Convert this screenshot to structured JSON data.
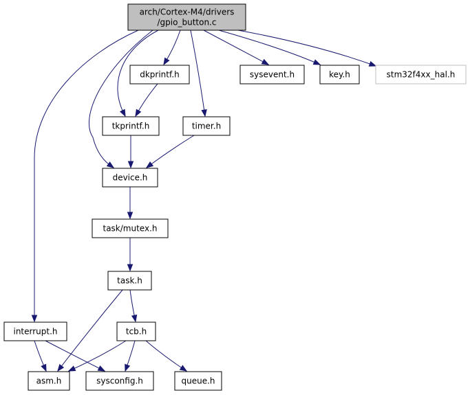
{
  "colors": {
    "root_fill": "#bfbfbf",
    "node_fill": "#ffffff",
    "node_border": "#000000",
    "external_border": "#bfbfbf",
    "external_text": "#404040",
    "edge": "#191970"
  },
  "nodes": [
    {
      "id": "gpio_button_c",
      "lines": [
        "arch/Cortex-M4/drivers",
        "/gpio_button.c"
      ],
      "kind": "root"
    },
    {
      "id": "dkprintf_h",
      "lines": [
        "dkprintf.h"
      ],
      "kind": "normal"
    },
    {
      "id": "sysevent_h",
      "lines": [
        "sysevent.h"
      ],
      "kind": "normal"
    },
    {
      "id": "key_h",
      "lines": [
        "key.h"
      ],
      "kind": "normal"
    },
    {
      "id": "stm32f4xx_hal_h",
      "lines": [
        "stm32f4xx_hal.h"
      ],
      "kind": "external"
    },
    {
      "id": "tkprintf_h",
      "lines": [
        "tkprintf.h"
      ],
      "kind": "normal"
    },
    {
      "id": "timer_h",
      "lines": [
        "timer.h"
      ],
      "kind": "normal"
    },
    {
      "id": "device_h",
      "lines": [
        "device.h"
      ],
      "kind": "normal"
    },
    {
      "id": "task_mutex_h",
      "lines": [
        "task/mutex.h"
      ],
      "kind": "normal"
    },
    {
      "id": "task_h",
      "lines": [
        "task.h"
      ],
      "kind": "normal"
    },
    {
      "id": "interrupt_h",
      "lines": [
        "interrupt.h"
      ],
      "kind": "normal"
    },
    {
      "id": "tcb_h",
      "lines": [
        "tcb.h"
      ],
      "kind": "normal"
    },
    {
      "id": "asm_h",
      "lines": [
        "asm.h"
      ],
      "kind": "normal"
    },
    {
      "id": "sysconfig_h",
      "lines": [
        "sysconfig.h"
      ],
      "kind": "normal"
    },
    {
      "id": "queue_h",
      "lines": [
        "queue.h"
      ],
      "kind": "normal"
    }
  ],
  "edges": [
    {
      "from": "gpio_button_c",
      "to": "dkprintf_h"
    },
    {
      "from": "gpio_button_c",
      "to": "sysevent_h"
    },
    {
      "from": "gpio_button_c",
      "to": "key_h"
    },
    {
      "from": "gpio_button_c",
      "to": "stm32f4xx_hal_h"
    },
    {
      "from": "gpio_button_c",
      "to": "tkprintf_h"
    },
    {
      "from": "gpio_button_c",
      "to": "timer_h"
    },
    {
      "from": "gpio_button_c",
      "to": "device_h"
    },
    {
      "from": "gpio_button_c",
      "to": "interrupt_h"
    },
    {
      "from": "dkprintf_h",
      "to": "tkprintf_h"
    },
    {
      "from": "tkprintf_h",
      "to": "device_h"
    },
    {
      "from": "timer_h",
      "to": "device_h"
    },
    {
      "from": "device_h",
      "to": "task_mutex_h"
    },
    {
      "from": "task_mutex_h",
      "to": "task_h"
    },
    {
      "from": "task_h",
      "to": "tcb_h"
    },
    {
      "from": "task_h",
      "to": "asm_h"
    },
    {
      "from": "interrupt_h",
      "to": "asm_h"
    },
    {
      "from": "interrupt_h",
      "to": "sysconfig_h"
    },
    {
      "from": "tcb_h",
      "to": "asm_h"
    },
    {
      "from": "tcb_h",
      "to": "sysconfig_h"
    },
    {
      "from": "tcb_h",
      "to": "queue_h"
    }
  ]
}
